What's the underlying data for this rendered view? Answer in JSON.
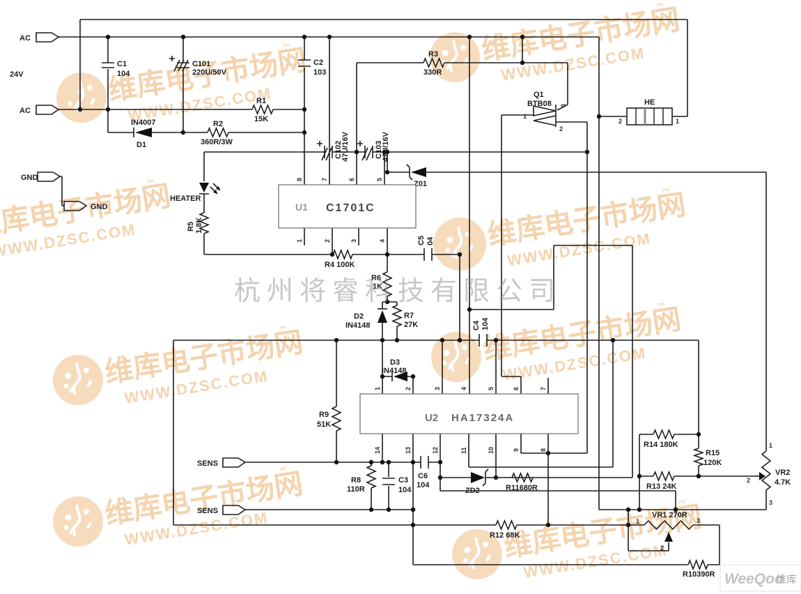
{
  "schematic": {
    "connectors": {
      "ac": "AC",
      "v24": "24V",
      "gnd": "GND",
      "sens": "SENS"
    },
    "u1": {
      "ref": "U1",
      "part": "C1701C",
      "pt": [
        "8",
        "7",
        "6",
        "5"
      ],
      "pb": [
        "1",
        "2",
        "3",
        "4"
      ]
    },
    "u2": {
      "ref": "U2",
      "part": "HA17324A",
      "pt": [
        "1",
        "2",
        "3",
        "4",
        "5",
        "6",
        "7"
      ],
      "pb": [
        "14",
        "13",
        "12",
        "11",
        "10",
        "9",
        "8"
      ]
    },
    "q1": {
      "ref": "Q1",
      "part": "BTB08",
      "p1": "1",
      "p2": "2",
      "p3": "3"
    },
    "he": {
      "ref": "HE",
      "p1": "1",
      "p2": "2"
    },
    "vr1": {
      "ref": "VR1 270R",
      "p1": "1",
      "p2": "2",
      "p3": "3"
    },
    "vr2": {
      "ref": "VR2",
      "val": "4.7K",
      "p1": "1",
      "p2": "2",
      "p3": "3"
    },
    "parts": {
      "c1": {
        "ref": "C1",
        "val": "104"
      },
      "c101": {
        "ref": "C101",
        "val": "220U/50V"
      },
      "c2": {
        "ref": "C2",
        "val": "103"
      },
      "c102": {
        "ref": "C102",
        "val": "47U/16V"
      },
      "c103": {
        "ref": "C103",
        "val": "47U/16V"
      },
      "c3": {
        "ref": "C3",
        "val": "104"
      },
      "c4": {
        "ref": "C4",
        "val": "104"
      },
      "c5": {
        "ref": "C5",
        "val": "04"
      },
      "c6": {
        "ref": "C6",
        "val": "104"
      },
      "r1": {
        "ref": "R1",
        "val": "15K"
      },
      "r2": {
        "ref": "R2",
        "val": "360R/3W"
      },
      "r3": {
        "ref": "R3",
        "val": "330R"
      },
      "r4": {
        "ref": "R4 100K"
      },
      "r5": {
        "ref": "R5",
        "val": "1.8K"
      },
      "r6": {
        "ref": "R6",
        "val": "1K"
      },
      "r7": {
        "ref": "R7",
        "val": "27K"
      },
      "r8": {
        "ref": "R8",
        "val": "110R"
      },
      "r9": {
        "ref": "R9",
        "val": "51K"
      },
      "r10": {
        "ref": "R10390R"
      },
      "r11": {
        "ref": "R11680R"
      },
      "r12": {
        "ref": "R12 68K"
      },
      "r13": {
        "ref": "R13 24K"
      },
      "r14": {
        "ref": "R14 180K"
      },
      "r15": {
        "ref": "R15",
        "val": "120K"
      },
      "d1": {
        "ref": "D1",
        "part": "IN4007"
      },
      "d2": {
        "ref": "D2",
        "part": "IN4148"
      },
      "d3": {
        "ref": "D3",
        "part": "IN4148"
      },
      "z01": {
        "ref": "Z01"
      },
      "zd2": {
        "ref": "ZD2"
      },
      "heater": {
        "ref": "HEATER"
      }
    },
    "watermark": {
      "brand": "维库电子市场网",
      "tm": "™",
      "url": "WWW.DZSC.COM",
      "company": "杭州将睿科技有限公司",
      "footer_brand": "WeeQoo",
      "footer_suffix": "维库"
    },
    "colors": {
      "watermark_orange": "#f2cba0",
      "wire": "#1c1c1c",
      "company_gray": "#909090"
    }
  }
}
